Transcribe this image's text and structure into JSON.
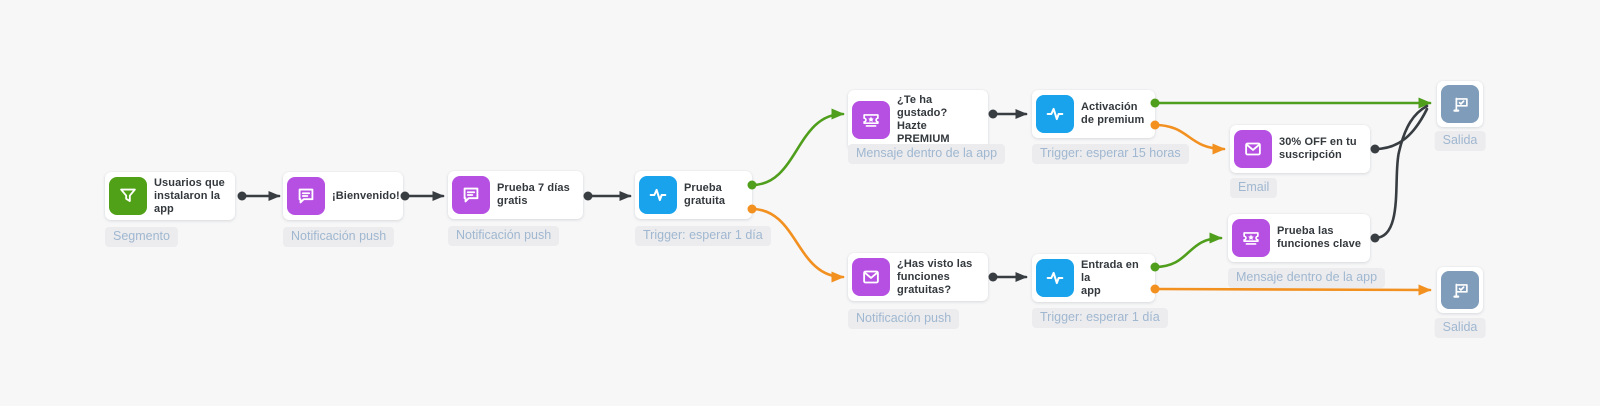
{
  "app": {
    "view_title": "Campaign flow canvas"
  },
  "colors": {
    "canvas_bg": "#f7f7f8",
    "card_bg": "#ffffff",
    "card_text": "#33383d",
    "badge_bg": "#ececee",
    "badge_text": "#9fb7d0",
    "segment_green": "#50a117",
    "push_purple": "#b650e2",
    "trigger_blue": "#18a3ec",
    "exit_slate": "#7f9dba",
    "edge_dark": "#383d42",
    "edge_green": "#4f9e1c",
    "edge_orange": "#f29020"
  },
  "nodes": [
    {
      "id": "segment",
      "title": "Usuarios que\ninstalaron la\napp",
      "type_label": "Segmento",
      "icon": "funnel-icon",
      "color": "#50a117"
    },
    {
      "id": "welcome",
      "title": "¡Bienvenido!",
      "type_label": "Notificación push",
      "icon": "chat-icon",
      "color": "#b650e2"
    },
    {
      "id": "trial-7-days",
      "title": "Prueba 7 días\ngratis",
      "type_label": "Notificación push",
      "icon": "chat-icon",
      "color": "#b650e2"
    },
    {
      "id": "free-trial-trigger",
      "title": "Prueba\ngratuita",
      "type_label": "Trigger: esperar 1 día",
      "icon": "pulse-icon",
      "color": "#18a3ec"
    },
    {
      "id": "premium-upsell-message",
      "title": "¿Te ha gustado?\nHazte PREMIUM",
      "type_label": "Mensaje dentro de la app",
      "icon": "ticket-icon",
      "color": "#b650e2"
    },
    {
      "id": "premium-activation-trigger",
      "title": "Activación\nde premium",
      "type_label": "Trigger: esperar 15 horas",
      "icon": "pulse-icon",
      "color": "#18a3ec"
    },
    {
      "id": "discount-email",
      "title": "30% OFF en tu\nsuscripción",
      "type_label": "Email",
      "icon": "mail-icon",
      "color": "#b650e2"
    },
    {
      "id": "exit-top",
      "title": "",
      "type_label": "Salida",
      "icon": "flag-icon",
      "color": "#7f9dba"
    },
    {
      "id": "free-features-push",
      "title": "¿Has visto las\nfunciones\ngratuitas?",
      "type_label": "Notificación push",
      "icon": "mail-icon",
      "color": "#b650e2"
    },
    {
      "id": "app-entry-trigger",
      "title": "Entrada en la\napp",
      "type_label": "Trigger: esperar 1 día",
      "icon": "pulse-icon",
      "color": "#18a3ec"
    },
    {
      "id": "key-features-message",
      "title": "Prueba las\nfunciones clave",
      "type_label": "Mensaje dentro de la app",
      "icon": "ticket-icon",
      "color": "#b650e2"
    },
    {
      "id": "exit-bottom",
      "title": "",
      "type_label": "Salida",
      "icon": "flag-icon",
      "color": "#7f9dba"
    }
  ],
  "edges": [
    {
      "from": "segment",
      "to": "welcome",
      "color": "dark"
    },
    {
      "from": "welcome",
      "to": "trial-7-days",
      "color": "dark"
    },
    {
      "from": "trial-7-days",
      "to": "free-trial-trigger",
      "color": "dark"
    },
    {
      "from": "free-trial-trigger",
      "to": "premium-upsell-message",
      "color": "green"
    },
    {
      "from": "free-trial-trigger",
      "to": "free-features-push",
      "color": "orange"
    },
    {
      "from": "premium-upsell-message",
      "to": "premium-activation-trigger",
      "color": "dark"
    },
    {
      "from": "premium-activation-trigger",
      "to": "exit-top",
      "color": "green"
    },
    {
      "from": "premium-activation-trigger",
      "to": "discount-email",
      "color": "orange"
    },
    {
      "from": "discount-email",
      "to": "exit-top",
      "color": "dark"
    },
    {
      "from": "free-features-push",
      "to": "app-entry-trigger",
      "color": "dark"
    },
    {
      "from": "app-entry-trigger",
      "to": "key-features-message",
      "color": "green"
    },
    {
      "from": "app-entry-trigger",
      "to": "exit-bottom",
      "color": "orange"
    },
    {
      "from": "key-features-message",
      "to": "exit-top",
      "color": "dark"
    }
  ]
}
